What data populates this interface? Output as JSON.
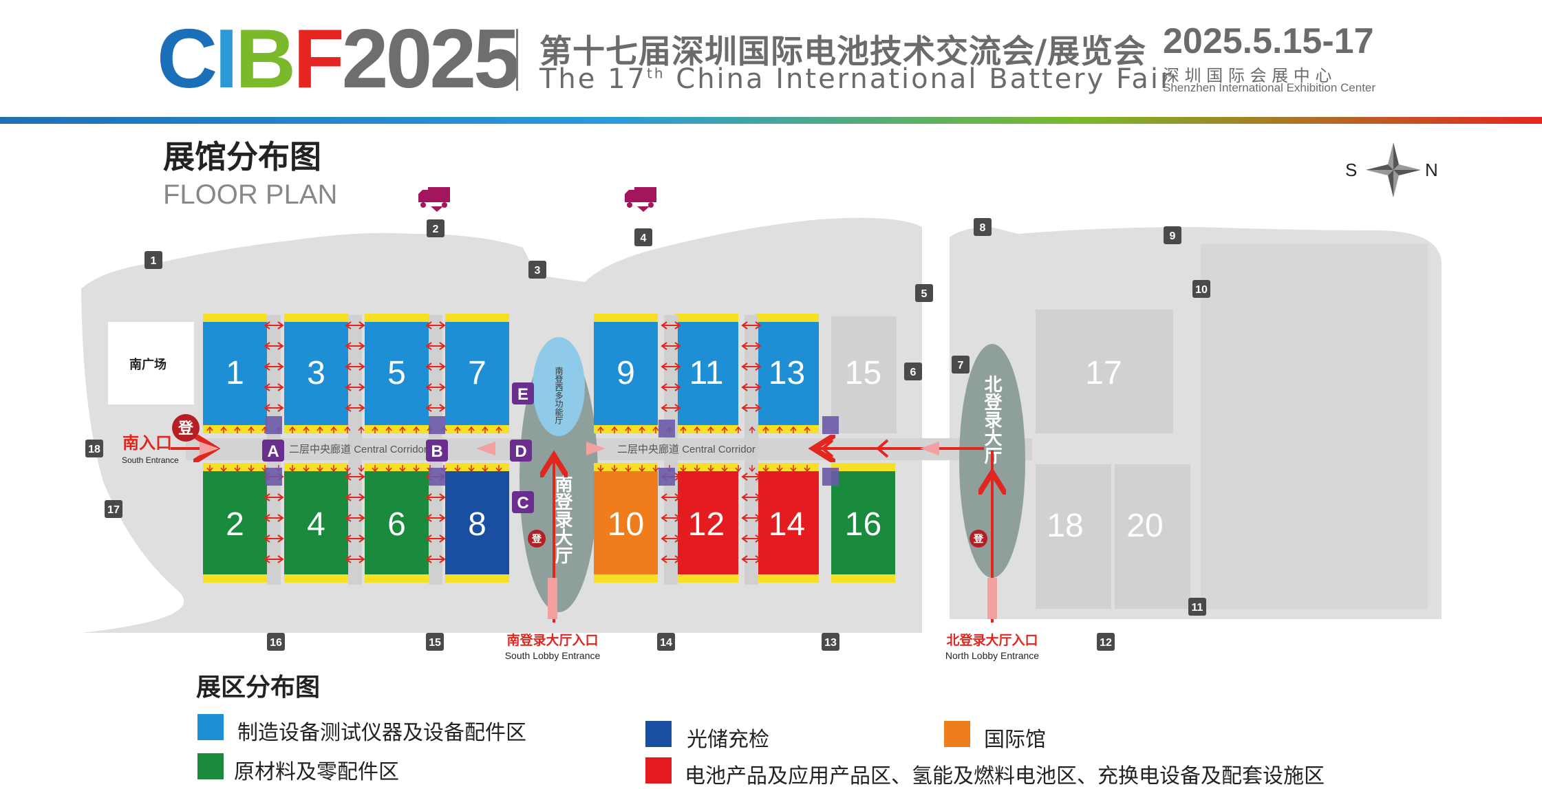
{
  "header": {
    "logo_letters": [
      "C",
      "I",
      "B",
      "F"
    ],
    "logo_year": "2025",
    "title_cn": "第十七届深圳国际电池技术交流会/展览会",
    "title_en_pre": "The 17",
    "title_en_sup": "th",
    "title_en_post": " China International Battery Fair",
    "date": "2025.5.15-17",
    "venue_cn": "深 圳 国 际 会 展 中 心",
    "venue_en": "Shenzhen International Exhibition Center"
  },
  "colors": {
    "logo_c": "#1a6fb8",
    "logo_i": "#2a9bd8",
    "logo_b": "#7ab929",
    "logo_f": "#e52521",
    "blue_zone": "#1e8fd5",
    "green_zone": "#1a8a3c",
    "navy_zone": "#1a4ea0",
    "orange_zone": "#ef7d1c",
    "red_zone": "#e41b1f",
    "yellow_band": "#f7e024",
    "grey_hall": "#d9dad9",
    "route_red": "#e0261f",
    "corridor_label": "#6a2f8e",
    "truck": "#a3155d"
  },
  "floor_plan": {
    "title_cn": "展馆分布图",
    "title_en": "FLOOR PLAN",
    "compass": {
      "south": "S",
      "north": "N"
    },
    "south_plaza": "南广场",
    "south_entrance_cn": "南入口",
    "south_entrance_en": "South Entrance",
    "south_lobby_cn": "南登录大厅",
    "south_lobby_entry_cn": "南登录大厅入口",
    "south_lobby_entry_en": "South Lobby Entrance",
    "north_lobby_cn": "北登录大厅",
    "north_lobby_entry_cn": "北登录大厅入口",
    "north_lobby_entry_en": "North Lobby Entrance",
    "south_west_hall": "南登西多功能厅",
    "corridor_cn": "二层中央廊道",
    "corridor_en": "Central Corridor",
    "registration": "登",
    "halls_top": [
      {
        "label": "1",
        "zone": "blue"
      },
      {
        "label": "3",
        "zone": "blue"
      },
      {
        "label": "5",
        "zone": "blue"
      },
      {
        "label": "7",
        "zone": "blue"
      },
      {
        "label": "9",
        "zone": "blue"
      },
      {
        "label": "11",
        "zone": "blue"
      },
      {
        "label": "13",
        "zone": "blue"
      },
      {
        "label": "15",
        "zone": "grey"
      }
    ],
    "halls_bottom": [
      {
        "label": "2",
        "zone": "green"
      },
      {
        "label": "4",
        "zone": "green"
      },
      {
        "label": "6",
        "zone": "green"
      },
      {
        "label": "8",
        "zone": "navy"
      },
      {
        "label": "10",
        "zone": "orange"
      },
      {
        "label": "12",
        "zone": "red"
      },
      {
        "label": "14",
        "zone": "red"
      },
      {
        "label": "16",
        "zone": "green"
      }
    ],
    "halls_north": [
      "17",
      "18",
      "20"
    ],
    "corridor_points": [
      "A",
      "B",
      "C",
      "D",
      "E"
    ],
    "gates": [
      "1",
      "2",
      "3",
      "4",
      "5",
      "6",
      "7",
      "8",
      "9",
      "10",
      "11",
      "12",
      "13",
      "14",
      "15",
      "16",
      "17",
      "18"
    ]
  },
  "legend": {
    "title": "展区分布图",
    "items": [
      {
        "label": "制造设备测试仪器及设备配件区",
        "zone": "blue"
      },
      {
        "label": "原材料及零配件区",
        "zone": "green"
      },
      {
        "label": "光储充检",
        "zone": "navy"
      },
      {
        "label": "电池产品及应用产品区、氢能及燃料电池区、充换电设备及配套设施区",
        "zone": "red"
      },
      {
        "label": "国际馆",
        "zone": "orange"
      }
    ]
  }
}
